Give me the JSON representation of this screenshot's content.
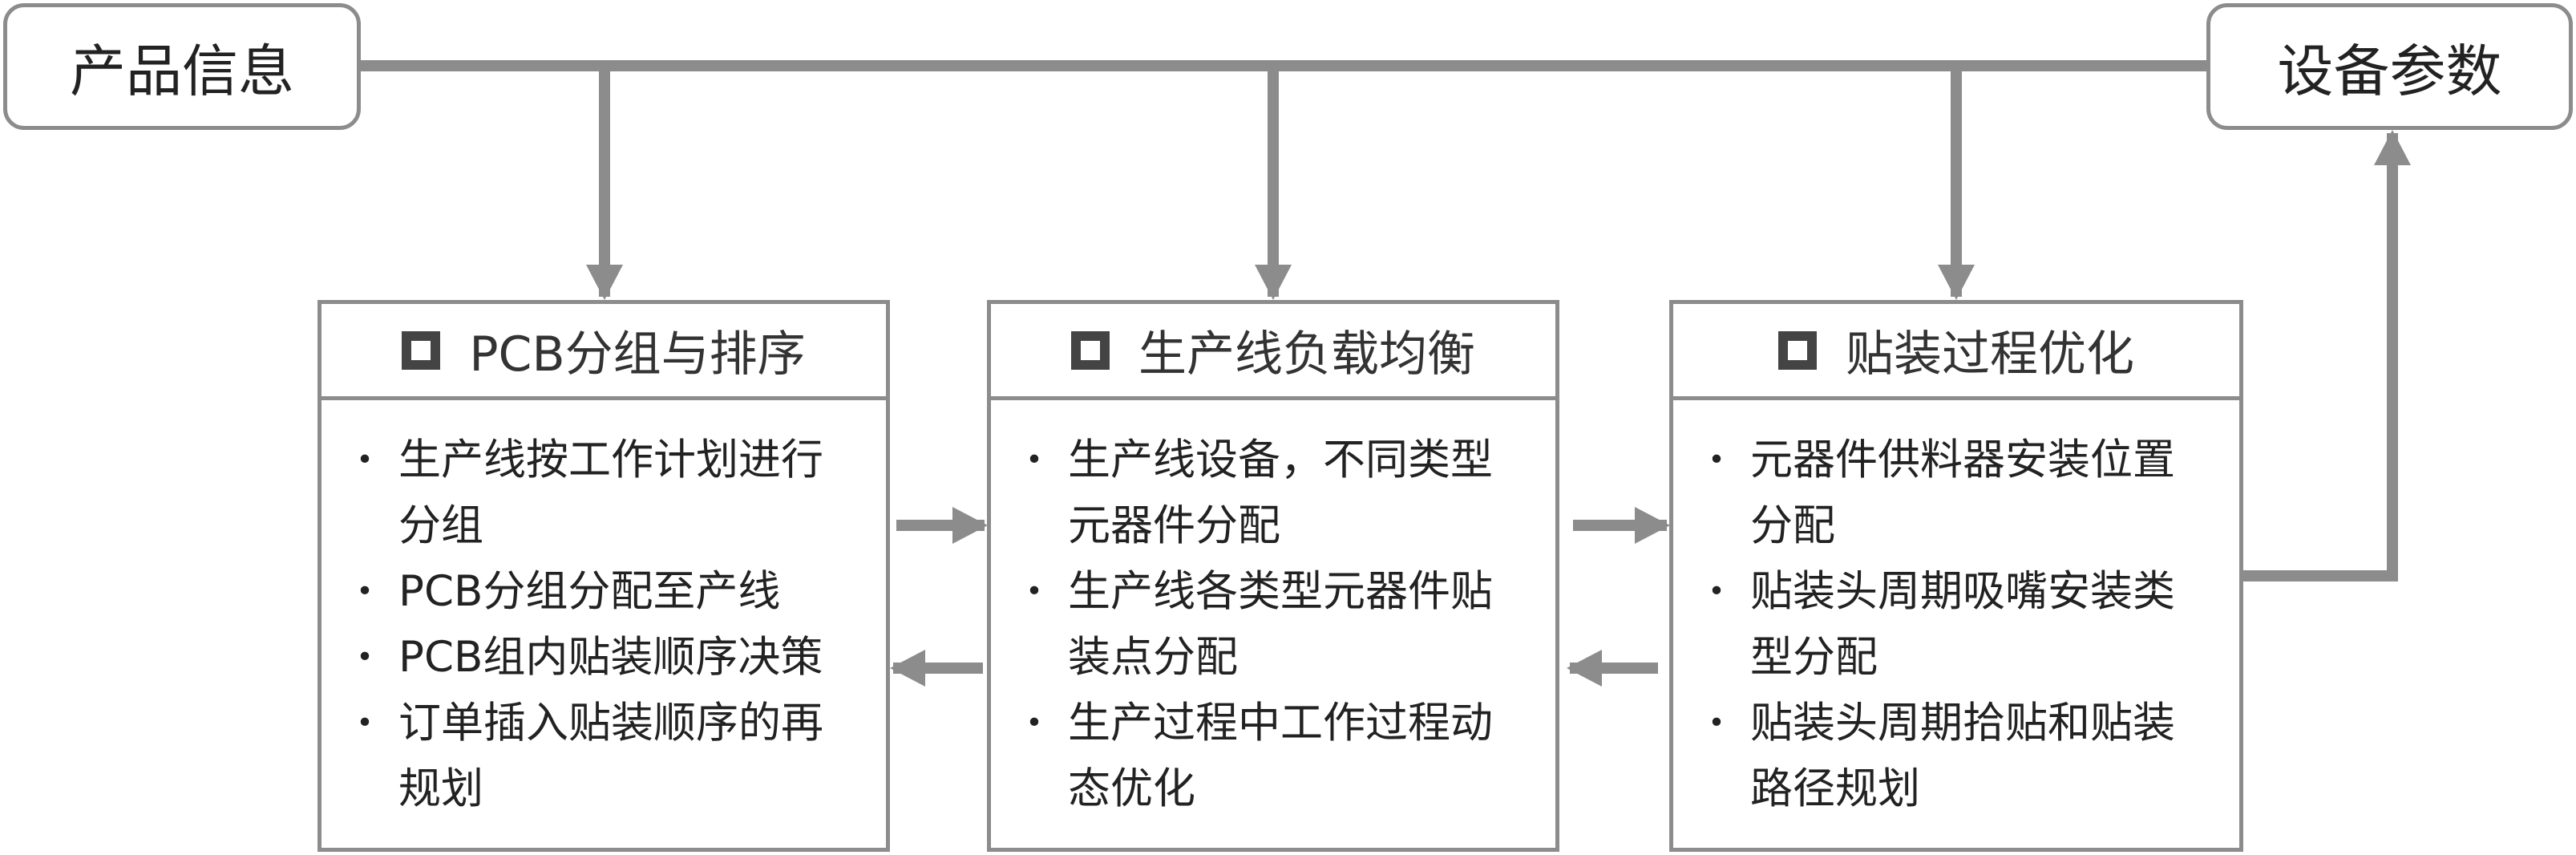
{
  "nodes": {
    "product_info": "产品信息",
    "equipment_params": "设备参数"
  },
  "stages": [
    {
      "icon": "square-icon",
      "title": "PCB分组与排序",
      "items": [
        "生产线按工作计划进行分组",
        "PCB分组分配至产线",
        "PCB组内贴装顺序决策",
        "订单插入贴装顺序的再规划"
      ]
    },
    {
      "icon": "square-icon",
      "title": "生产线负载均衡",
      "items": [
        "生产线设备，不同类型元器件分配",
        "生产线各类型元器件贴装点分配",
        "生产过程中工作过程动态优化"
      ]
    },
    {
      "icon": "square-icon",
      "title": "贴装过程优化",
      "items": [
        "元器件供料器安装位置分配",
        "贴装头周期吸嘴安装类型分配",
        "贴装头周期拾贴和贴装路径规划"
      ]
    }
  ],
  "bullet": "•",
  "colors": {
    "line": "#8c8c8c",
    "text": "#222222",
    "icon": "#444444"
  }
}
